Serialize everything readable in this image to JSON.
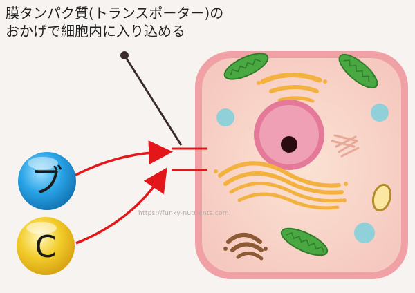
{
  "caption": {
    "line1": "膜タンパク質(トランスポーター)の",
    "line2": "おかげで細胞内に入り込める"
  },
  "nutrients": [
    {
      "label": "ブ",
      "color": "#29a3e6"
    },
    {
      "label": "C",
      "color": "#f2cc2a"
    }
  ],
  "watermark": "https://funky-nutrients.com",
  "colors": {
    "arrow": "#e3161a",
    "cell_membrane": "#f0a1a6",
    "cytoplasm": "#f9d9c7",
    "nucleus": "#e5799a",
    "mitochondria": "#4aa842",
    "golgi": "#f3b23f",
    "vacuole": "#8fd0d9"
  }
}
